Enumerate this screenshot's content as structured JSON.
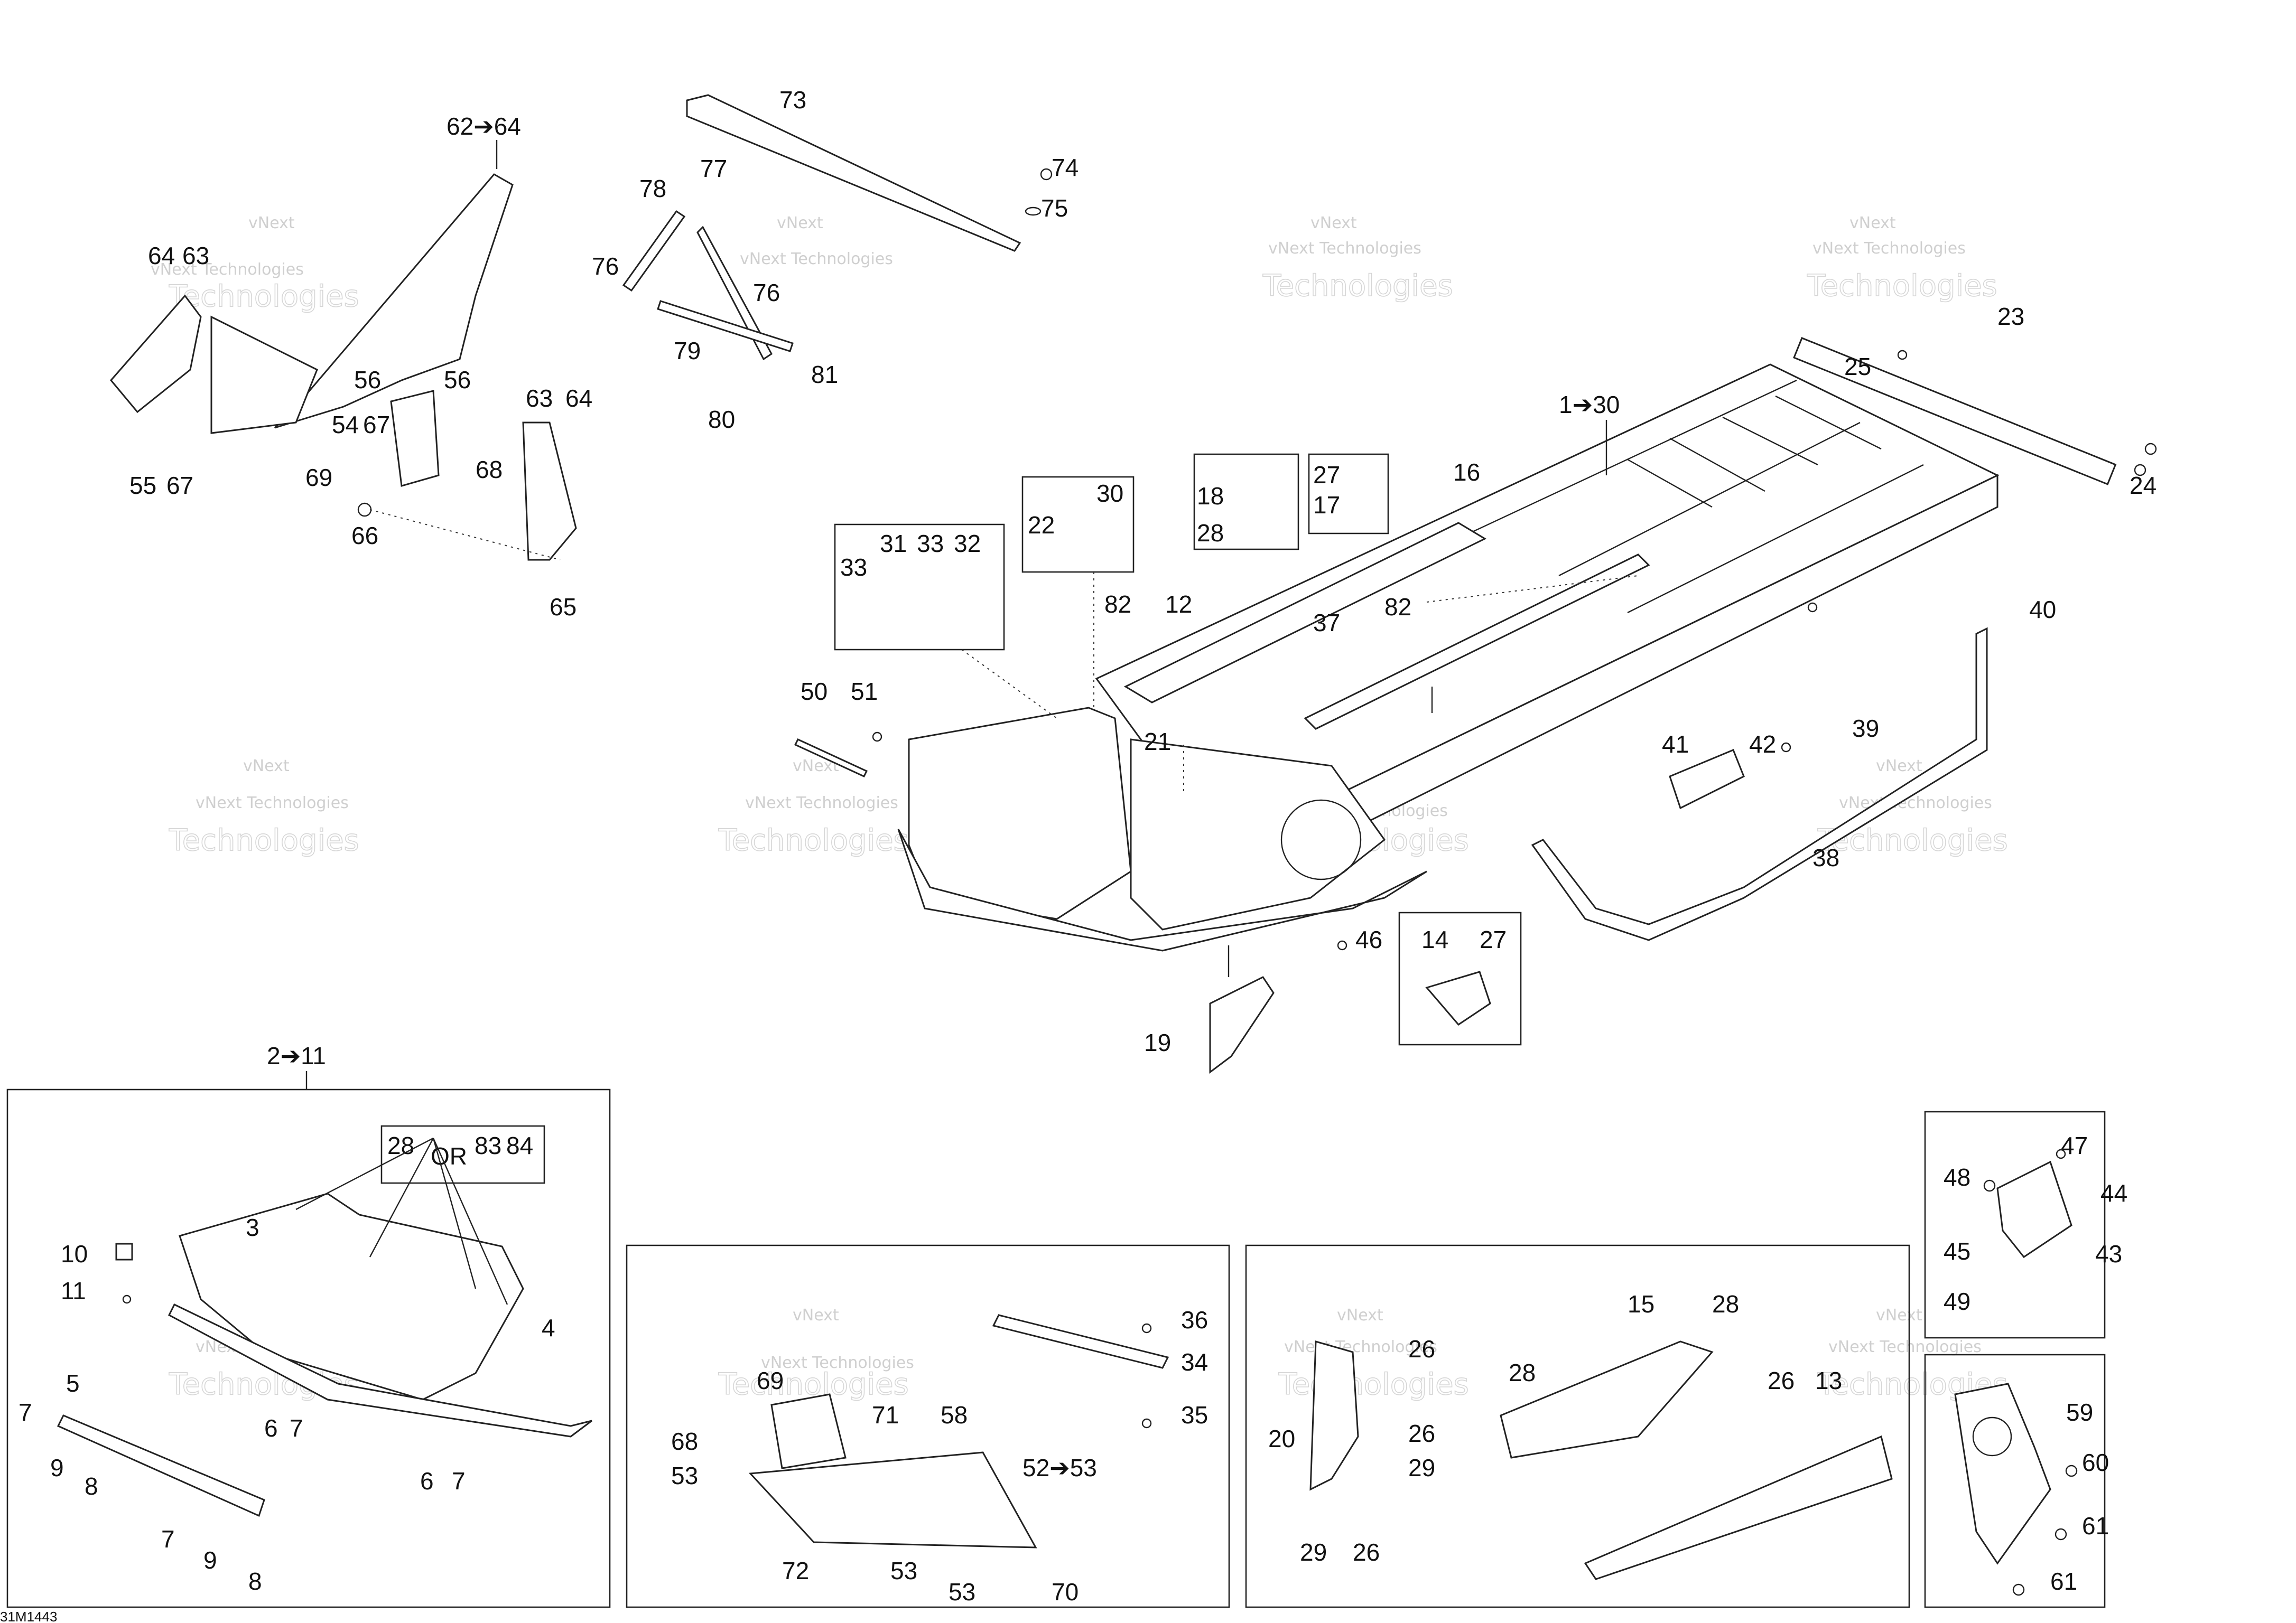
{
  "diagram": {
    "doc_code": "31M1443",
    "watermark_small": "vNext Technologies",
    "watermark_big": "Technologies",
    "watermark_top": "vNext",
    "or_text": "OR",
    "callouts": {
      "c62_64": "62➔64",
      "c73": "73",
      "c74": "74",
      "c75": "75",
      "c77": "77",
      "c78": "78",
      "c76a": "76",
      "c76b": "76",
      "c79": "79",
      "c80": "80",
      "c81": "81",
      "c64a": "64",
      "c63a": "63",
      "c56a": "56",
      "c56b": "56",
      "c54": "54",
      "c67a": "67",
      "c55": "55",
      "c67b": "67",
      "c69a": "69",
      "c68a": "68",
      "c63b": "63",
      "c64b": "64",
      "c66": "66",
      "c65": "65",
      "c1_30": "1➔30",
      "c23": "23",
      "c25": "25",
      "c24": "24",
      "c16": "16",
      "c27a": "27",
      "c17": "17",
      "c18": "18",
      "c28a": "28",
      "c30": "30",
      "c22": "22",
      "c31": "31",
      "c33a": "33",
      "c32": "32",
      "c33b": "33",
      "c82a": "82",
      "c12": "12",
      "c37": "37",
      "c82b": "82",
      "c40": "40",
      "c50": "50",
      "c51": "51",
      "c21": "21",
      "c41": "41",
      "c42": "42",
      "c39": "39",
      "c38": "38",
      "c46": "46",
      "c14": "14",
      "c27b": "27",
      "c19": "19",
      "c2_11": "2➔11",
      "c28b": "28",
      "c83": "83",
      "c84": "84",
      "c3": "3",
      "c4": "4",
      "c10": "10",
      "c11": "11",
      "c5": "5",
      "c7a": "7",
      "c9a": "9",
      "c8a": "8",
      "c6a": "6",
      "c7b": "7",
      "c6b": "6",
      "c7c": "7",
      "c7d": "7",
      "c9b": "9",
      "c8b": "8",
      "c36": "36",
      "c34": "34",
      "c35": "35",
      "c69b": "69",
      "c71": "71",
      "c58": "58",
      "c68b": "68",
      "c53a": "53",
      "c52_53": "52➔53",
      "c72": "72",
      "c53b": "53",
      "c53c": "53",
      "c70": "70",
      "c20": "20",
      "c26a": "26",
      "c26b": "26",
      "c29a": "29",
      "c29b": "29",
      "c26c": "26",
      "c15": "15",
      "c28c": "28",
      "c28d": "28",
      "c26d": "26",
      "c13": "13",
      "c47": "47",
      "c48": "48",
      "c44": "44",
      "c45": "45",
      "c43": "43",
      "c49": "49",
      "c59": "59",
      "c60": "60",
      "c61a": "61",
      "c61b": "61"
    }
  }
}
